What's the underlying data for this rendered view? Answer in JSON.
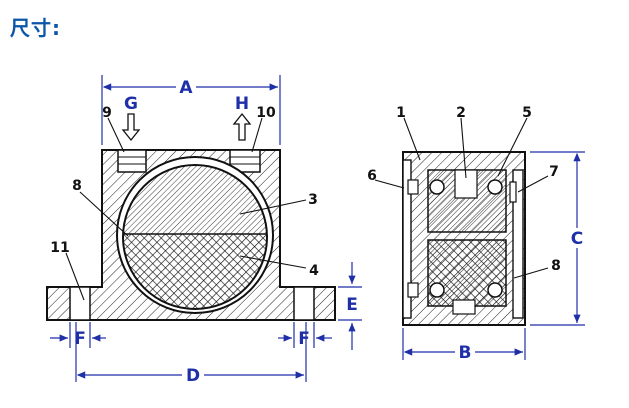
{
  "title": "尺寸:",
  "dimension_labels": {
    "A": "A",
    "B": "B",
    "C": "C",
    "D": "D",
    "E": "E",
    "F_left": "F",
    "F_right": "F",
    "G": "G",
    "H": "H"
  },
  "part_numbers": {
    "p1": "1",
    "p2": "2",
    "p3": "3",
    "p4": "4",
    "p5": "5",
    "p6": "6",
    "p7": "7",
    "p8_left": "8",
    "p8_right": "8",
    "p9": "9",
    "p10": "10",
    "p11": "11"
  },
  "colors": {
    "title": "#0b56a8",
    "dimension": "#1f2fa8",
    "outline": "#111111"
  }
}
